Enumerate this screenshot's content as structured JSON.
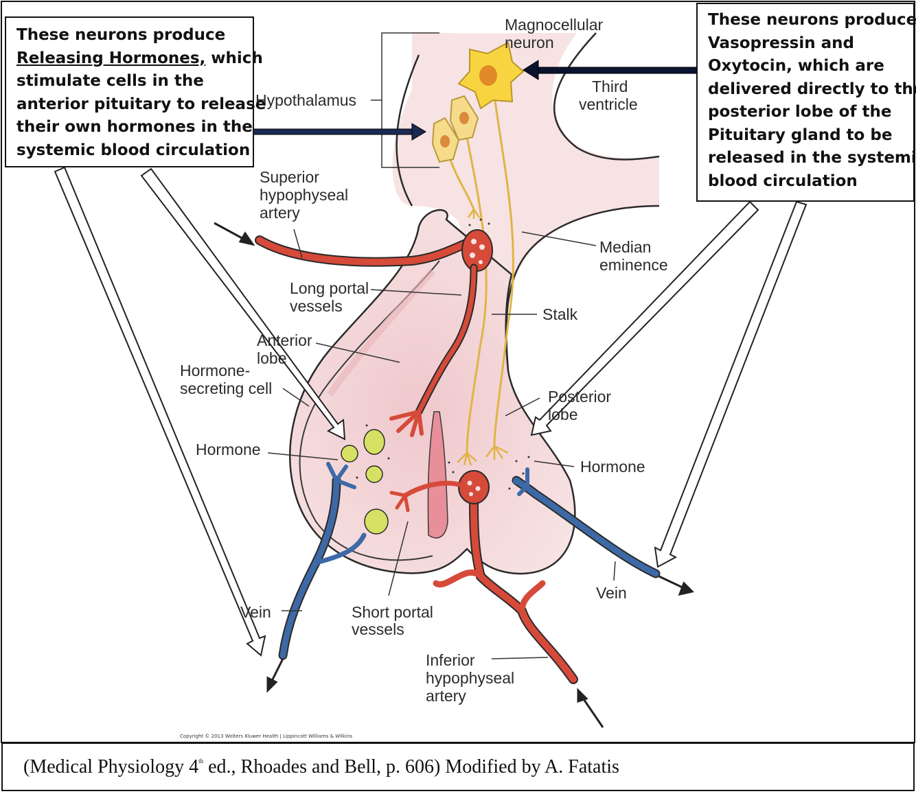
{
  "left_box": {
    "line1": "These neurons produce",
    "line2_underlined": "Releasing Hormones,",
    "line2_rest": " which",
    "line3": "stimulate cells in the",
    "line4": "anterior pituitary to release",
    "line5": "their own hormones in the",
    "line6": "systemic  blood circulation"
  },
  "right_box": {
    "lines": [
      "These neurons produce",
      "Vasopressin and",
      "Oxytocin, which are",
      "delivered directly to the",
      "posterior lobe of the",
      "Pituitary gland to be",
      "released in the systemic",
      "blood circulation"
    ]
  },
  "labels": {
    "magnocellular_1": "Magnocellular",
    "magnocellular_2": "neuron",
    "third_ventricle_1": "Third",
    "third_ventricle_2": "ventricle",
    "hypothalamus": "Hypothalamus",
    "superior_1": "Superior",
    "superior_2": "hypophyseal",
    "superior_3": "artery",
    "median_1": "Median",
    "median_2": "eminence",
    "long_portal_1": "Long portal",
    "long_portal_2": "vessels",
    "stalk": "Stalk",
    "anterior_1": "Anterior",
    "anterior_2": "lobe",
    "hormone_cell_1": "Hormone-",
    "hormone_cell_2": "secreting cell",
    "posterior_1": "Posterior",
    "posterior_2": "lobe",
    "hormone_left": "Hormone",
    "hormone_right": "Hormone",
    "vein_right": "Vein",
    "vein_left": "Vein",
    "short_portal_1": "Short portal",
    "short_portal_2": "vessels",
    "inferior_1": "Inferior",
    "inferior_2": "hypophyseal",
    "inferior_3": "artery"
  },
  "copyright": "Copyright © 2013 Wolters Kluwer Health | Lippincott Williams & Wilkins",
  "caption": {
    "part1": "(Medical Physiology 4",
    "sup": "th",
    "part2": " ed., Rhoades and Bell, p. 606) Modified by A. Fatatis"
  },
  "colors": {
    "tissue": "#f3dcdc",
    "tissue_edge": "#2a2a2a",
    "artery": "#d64a3a",
    "vein": "#3d6aa6",
    "neuron": "#f5d44a",
    "neuron_axon": "#e3b84a",
    "hormone_granule": "#d9e36a"
  }
}
